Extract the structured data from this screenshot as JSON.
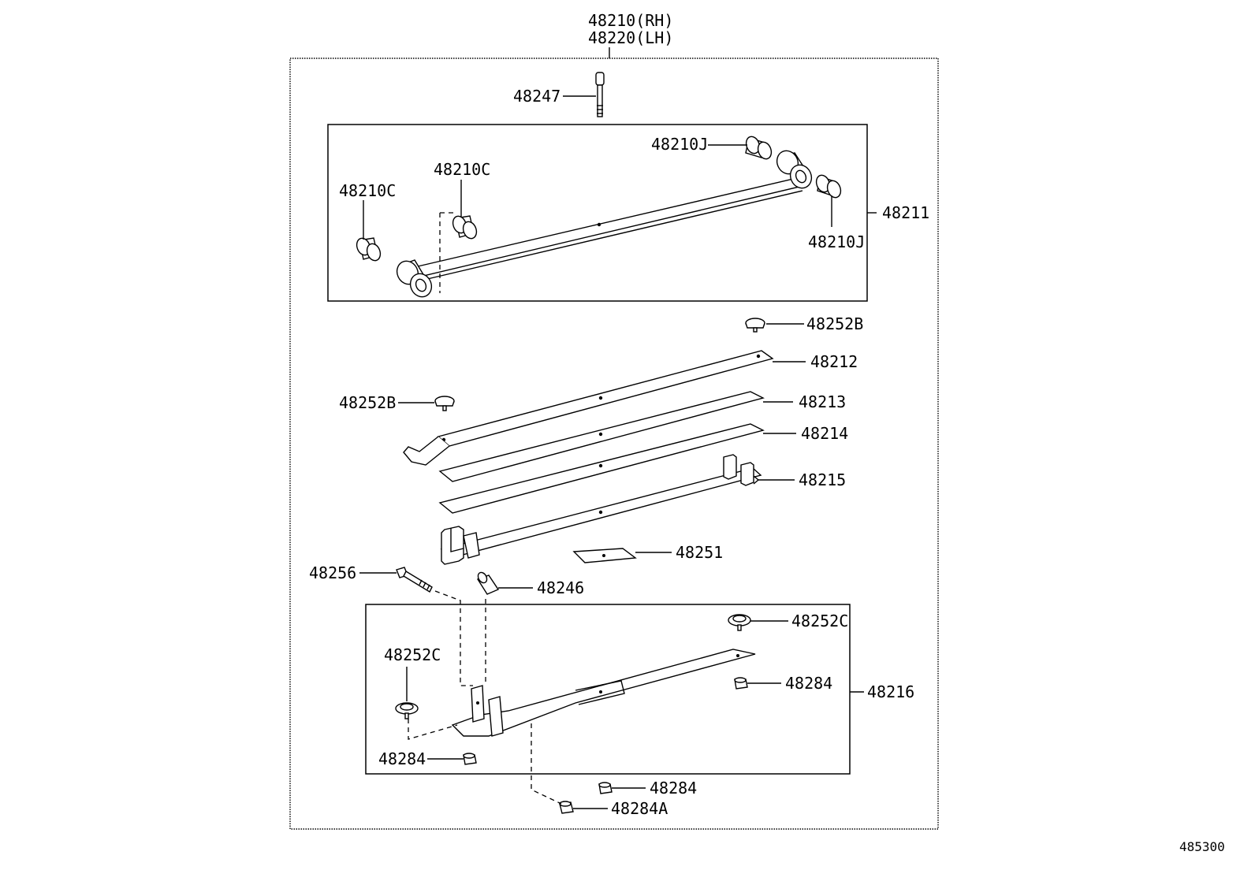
{
  "assembly": {
    "rh_label": "48210(RH)",
    "lh_label": "48220(LH)"
  },
  "callouts": {
    "c48247": "48247",
    "c48210J_top": "48210J",
    "c48210C_mid": "48210C",
    "c48210C_left": "48210C",
    "c48211": "48211",
    "c48210J_right": "48210J",
    "c48252B_top": "48252B",
    "c48212": "48212",
    "c48252B_left": "48252B",
    "c48213": "48213",
    "c48214": "48214",
    "c48215": "48215",
    "c48251": "48251",
    "c48256": "48256",
    "c48246": "48246",
    "c48252C_right": "48252C",
    "c48252C_left": "48252C",
    "c48284_right": "48284",
    "c48216": "48216",
    "c48284_left": "48284",
    "c48284_bottom": "48284",
    "c48284A": "48284A"
  },
  "figure_id": "485300"
}
